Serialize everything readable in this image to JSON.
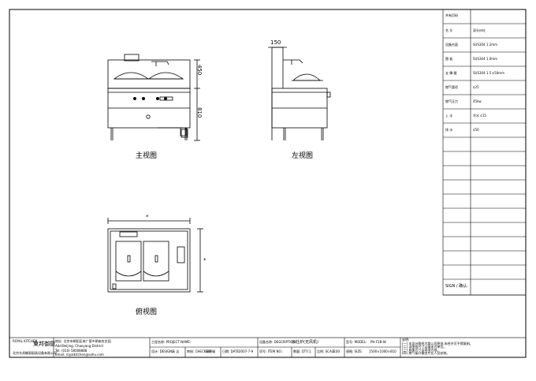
{
  "views": {
    "front_label": "主视图",
    "left_label": "左视图",
    "top_label": "俯视图"
  },
  "dimensions": {
    "front_height_upper": "450",
    "front_height_total": "810",
    "left_width": "150",
    "top_width": "*",
    "top_depth": "*"
  },
  "spec_table": {
    "header": "共有页码",
    "rows": [
      {
        "label": "名  头",
        "value": "双头炒灶"
      },
      {
        "label": "设备台面",
        "value": "SUS304 1.2mm"
      },
      {
        "label": "围  板",
        "value": "SUS304 1.0mm"
      },
      {
        "label": "支 撑 腿",
        "value": "SUS304 1.5 ¢50mm"
      },
      {
        "label": "燃气管径",
        "value": "¢25"
      },
      {
        "label": "燃气压力",
        "value": "45kw"
      },
      {
        "label": "上  水",
        "value": "冷水 ¢15"
      },
      {
        "label": "排  水",
        "value": "¢50"
      }
    ],
    "sign_label": "SIGN / 确认:"
  },
  "title_block": {
    "company_en": "ROYAL KITCHEN",
    "company_cn": "東邦御厨",
    "company_full": "北京东邦御厨厨具设备有限公司",
    "address_lines": [
      "地址: 北京市朝阳区来广营乡朝来农艺园",
      "Add:Beijing, Chaoyang District",
      "Tel: (010) 58008888",
      "Email: royalkitchen@sohu.com"
    ],
    "project_name_label": "工程名称: PROJECT NAME:",
    "design_label": "设计: DESIGN:",
    "design_value": "高 洁",
    "check_label": "审核: CHECKED:",
    "check_value": "孙德福",
    "date_label": "日期: DATE:",
    "date_value": "2007-7-9",
    "desc_label": "设备名称: DESCRIPTION:",
    "desc_value": "炒灶炉(无风机)",
    "item_label": "项号: ITEM NO.:",
    "qty_label": "数量: QTY.:",
    "qty_value": "1",
    "scale_label": "比例: SCALE:",
    "scale_value": "1:30",
    "model_label": "型号: MODEL:",
    "model_value": "PH-F2B-W",
    "size_label": "规格: SIZE:",
    "size_value": "1500×1000×810",
    "notes_title": "说明:",
    "notes": [
      "(一) 本设计图纸为我公司原创,未经许可不得复制。",
      "(二) 本图纸尺寸以毫米为单位。",
      "(三) 具体尺寸以现场为准。",
      "(四) 燃气接口需由专业人员安装。",
      "(五) 设备进场前请确认安装条件。"
    ]
  }
}
